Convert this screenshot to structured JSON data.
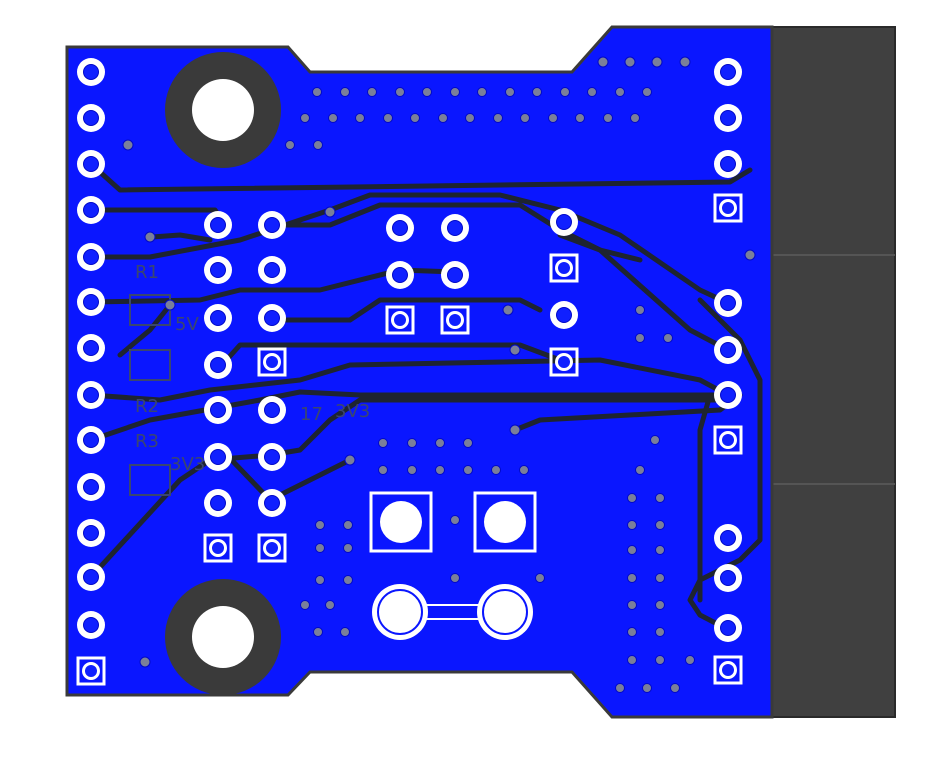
{
  "title": "",
  "colors": {
    "background": "#ffffff",
    "board_outline": "#3a3a3a",
    "copper_fill": "#0a16ff",
    "copper_edge": "#0008c8",
    "trace": "#1e2430",
    "pad_ring": "#ffffff",
    "pad_hole": "#1020ff",
    "mount_hole_ring": "#3a3a3a",
    "mount_hole": "#ffffff",
    "connector": "#404040",
    "silk_faint": "#3a4670"
  },
  "silkscreen_labels": [
    "R1",
    "R2",
    "R3",
    "5V",
    "3V3",
    "17",
    "3V3"
  ],
  "icons": {
    "mount_hole": "mounting-hole-icon",
    "square_pad": "square-pad-icon",
    "round_pad": "round-pad-icon",
    "via": "via-icon"
  }
}
